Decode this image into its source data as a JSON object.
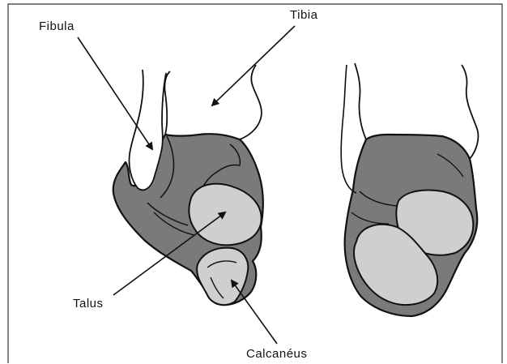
{
  "labels": {
    "fibula": "Fibula",
    "tibia": "Tibia",
    "talus": "Talus",
    "calcaneus": "Calcanéus"
  },
  "colors": {
    "background": "#ffffff",
    "outline": "#111111",
    "dark_bone": "#7a7a7a",
    "light_bone": "#cfcfcf",
    "border": "#333333"
  }
}
